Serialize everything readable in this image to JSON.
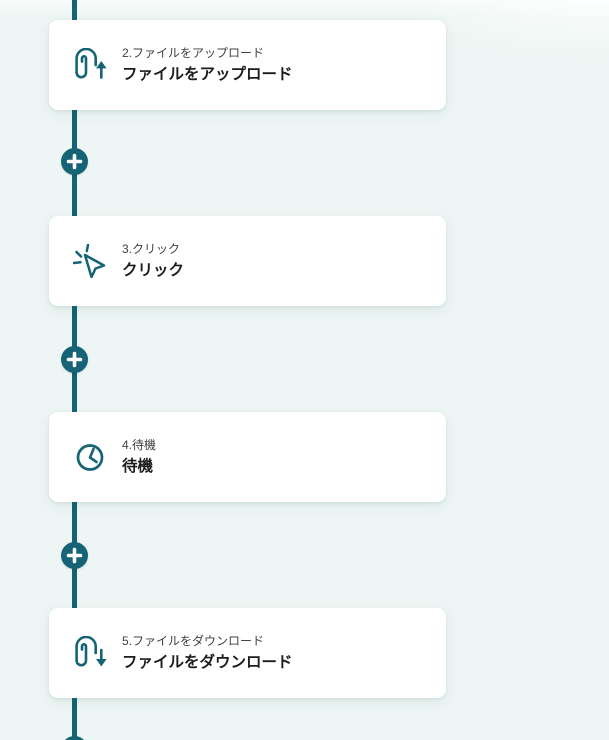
{
  "page": {
    "background": "#edf6f4",
    "accent": "#156375"
  },
  "workflow": {
    "steps": [
      {
        "step_label": "2.ファイルをアップロード",
        "title": "ファイルをアップロード",
        "icon": "upload-file-icon"
      },
      {
        "step_label": "3.クリック",
        "title": "クリック",
        "icon": "click-icon"
      },
      {
        "step_label": "4.待機",
        "title": "待機",
        "icon": "clock-icon"
      },
      {
        "step_label": "5.ファイルをダウンロード",
        "title": "ファイルをダウンロード",
        "icon": "download-file-icon"
      }
    ],
    "add_button_icon": "plus-icon"
  }
}
